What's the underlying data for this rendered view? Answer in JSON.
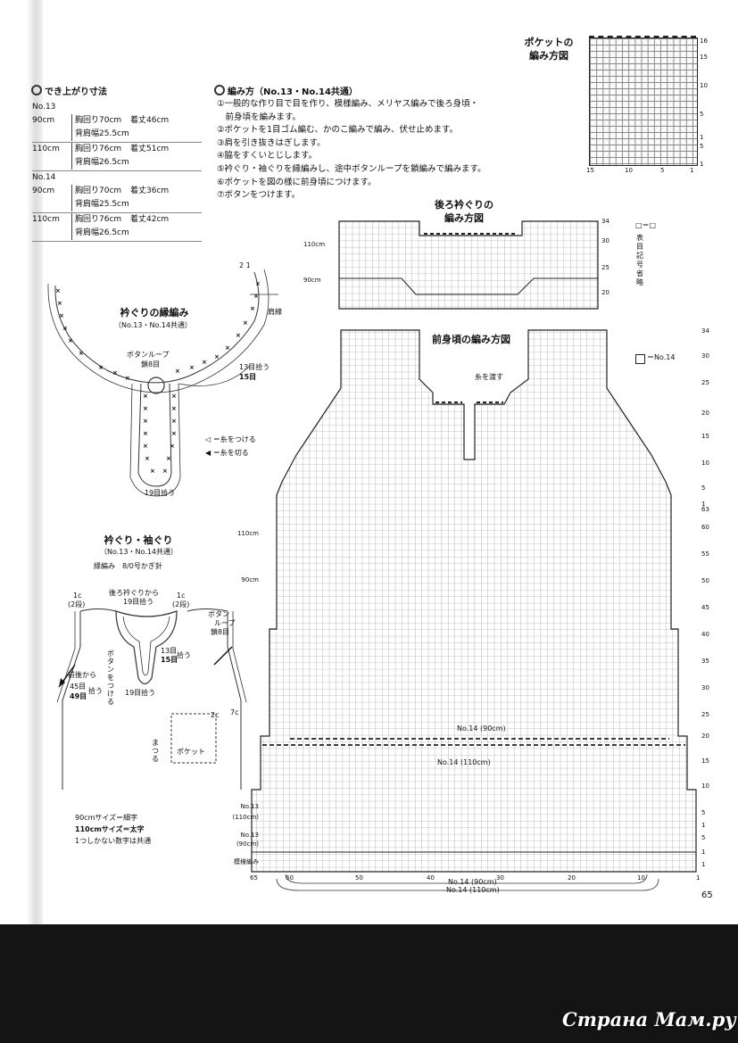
{
  "finished_size": {
    "title": "でき上がり寸法",
    "rows": [
      {
        "label": "No.13",
        "size": "",
        "chest": "",
        "length": "",
        "shoulder": ""
      },
      {
        "label": "",
        "size": "90cm",
        "chest": "胸回り70cm",
        "length": "着丈46cm",
        "shoulder": "背肩幅25.5cm"
      },
      {
        "label": "",
        "size": "110cm",
        "chest": "胸回り76cm",
        "length": "着丈51cm",
        "shoulder": "背肩幅26.5cm"
      },
      {
        "label": "No.14",
        "size": "",
        "chest": "",
        "length": "",
        "shoulder": ""
      },
      {
        "label": "",
        "size": "90cm",
        "chest": "胸回り70cm",
        "length": "着丈36cm",
        "shoulder": "背肩幅25.5cm"
      },
      {
        "label": "",
        "size": "110cm",
        "chest": "胸回り76cm",
        "length": "着丈42cm",
        "shoulder": "背肩幅26.5cm"
      }
    ]
  },
  "instructions": {
    "title": "編み方（No.13・No.14共通）",
    "steps": [
      "①一般的な作り目で目を作り、模様編み、メリヤス編みで後ろ身頃・",
      "　前身頃を編みます。",
      "②ポケットを1目ゴム編む、かのこ編みで編み、伏せ止めます。",
      "③肩を引き抜きはぎします。",
      "④脇をすくいとじします。",
      "⑤衿ぐり・袖ぐりを縁編みし、途中ボタンループを鎖編みで編みます。",
      "⑥ポケットを図の様に前身頃につけます。",
      "⑦ボタンをつけます。"
    ]
  },
  "pocket_chart": {
    "title_line1": "ポケットの",
    "title_line2": "編み方図",
    "right_labels": [
      "16",
      "15",
      "10",
      "5",
      "1",
      "5",
      "1"
    ],
    "bottom_labels": [
      "15",
      "10",
      "5",
      "1"
    ]
  },
  "back_neck_chart": {
    "title_line1": "後ろ衿ぐりの",
    "title_line2": "編み方図",
    "left_labels": [
      "110cm",
      "90cm"
    ],
    "right_labels": [
      "34",
      "30",
      "25",
      "20"
    ]
  },
  "legend": {
    "symbol_text": "□＝□",
    "vertical_text": "表目記号省略",
    "no14_label": "＝No.14"
  },
  "front_chart": {
    "title": "前身頃の編み方図",
    "thread_note": "糸を渡す",
    "left_labels": [
      "110cm",
      "90cm",
      "No.13",
      "(110cm)",
      "No.13",
      "(90cm)",
      "模様編み"
    ],
    "right_labels": [
      "34",
      "30",
      "25",
      "20",
      "15",
      "10",
      "5",
      "1",
      "63",
      "60",
      "55",
      "50",
      "45",
      "40",
      "35",
      "30",
      "25",
      "20",
      "15",
      "10",
      "5",
      "1",
      "5",
      "1",
      "1"
    ],
    "bottom_labels": [
      "65",
      "60",
      "50",
      "40",
      "30",
      "20",
      "10",
      "1"
    ],
    "dash_labels": [
      "No.14 (90cm)",
      "No.14 (110cm)"
    ],
    "bottom_range_labels": [
      "No.14 (90cm)",
      "No.14 (110cm)"
    ]
  },
  "neck_edging": {
    "title": "衿ぐりの縁編み",
    "subtitle": "（No.13・No.14共通）",
    "button_loop": "ボタンループ",
    "chain_count": "鎖8目",
    "pick13": "13目",
    "pick_suffix": "拾う",
    "pick15": "15目",
    "pick19": "19目拾う",
    "shoulder_line": "肩線",
    "top_nums": [
      "2",
      "1"
    ],
    "attach_thread": "＝糸をつける",
    "cut_thread": "＝糸を切る"
  },
  "collar_arm": {
    "title": "衿ぐり・袖ぐり",
    "subtitle": "（No.13・No.14共通）",
    "method": "縁編み　8/0号かぎ針",
    "back_pick": "後ろ衿ぐりから",
    "back_pick2": "19目拾う",
    "left_1c": "1c",
    "left_2rows": "(2段)",
    "right_1c": "1c",
    "right_2rows": "(2段)",
    "button_loop": "ボタン",
    "button_loop2": "ループ",
    "chain8": "鎖8目",
    "pick13": "13目",
    "pick15": "15目",
    "pick_suffix": "拾う",
    "attach_button": "ボタンをつける",
    "pick19": "19目拾う",
    "front_from": "前後から",
    "front_45": "45目",
    "front_49": "49目",
    "front_pick": "拾う",
    "pocket_top": "2c",
    "pocket_side": "7c",
    "pocket_label": "ポケット",
    "sew": "まつる",
    "note1": "90cmサイズ＝細字",
    "note2": "110cmサイズ＝太字",
    "note3": "1つしかない数字は共通"
  },
  "page_number": "65",
  "watermark": "Страна Мам.ру"
}
